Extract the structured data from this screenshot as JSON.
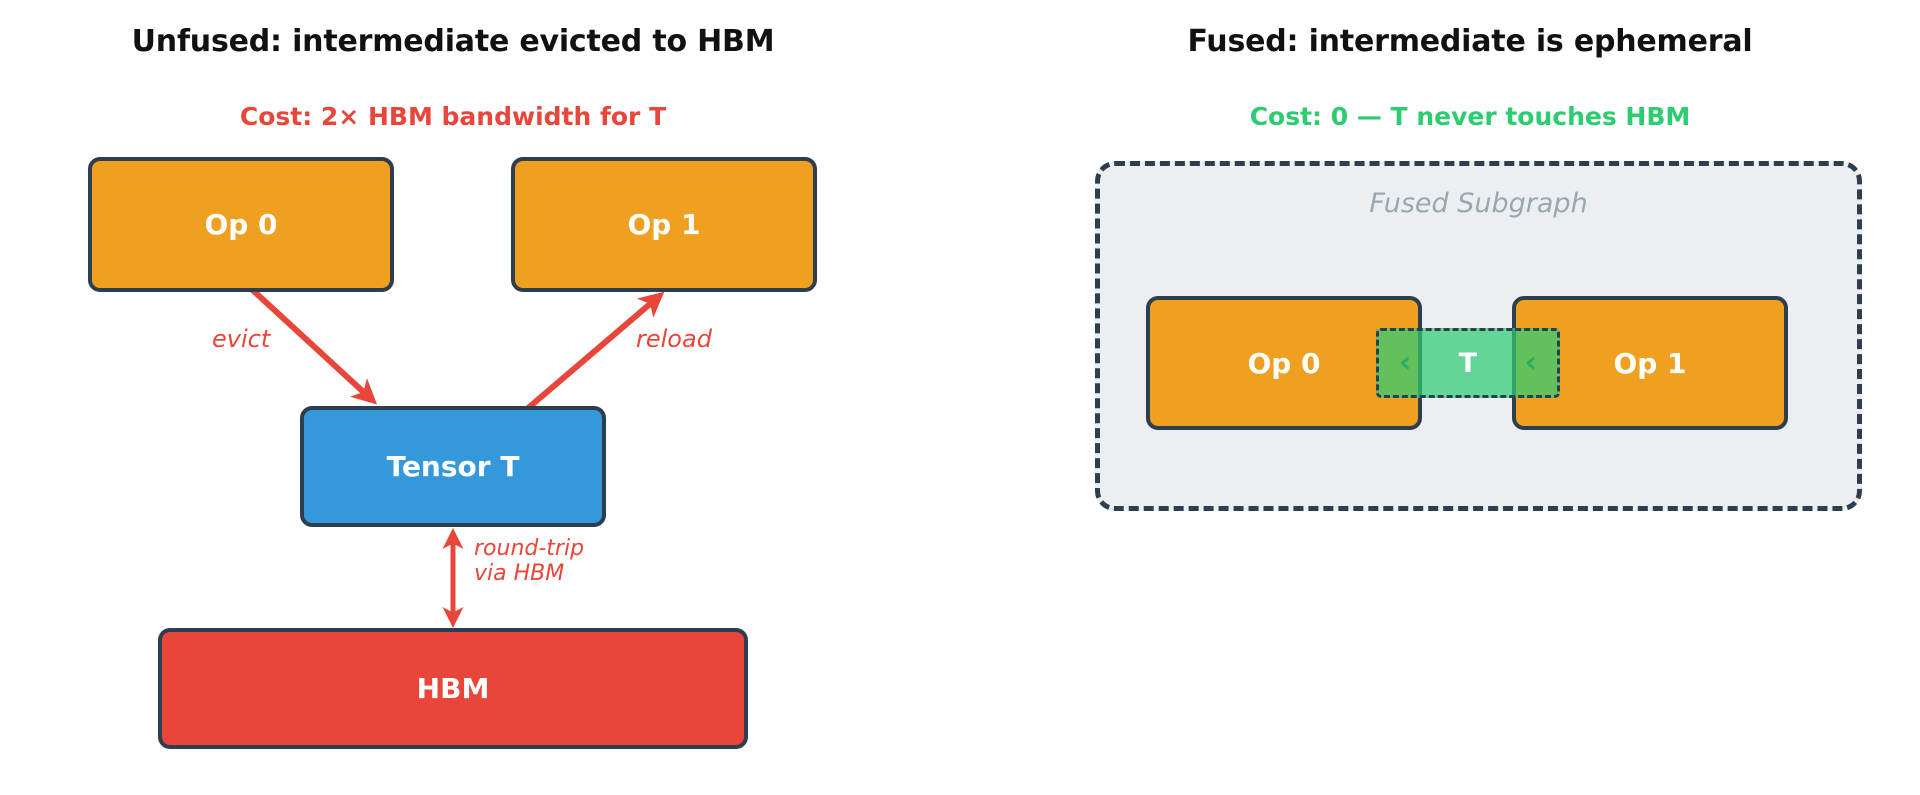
{
  "panels": {
    "unfused": {
      "title": "Unfused: intermediate evicted to HBM",
      "subtitle": "Cost: 2× HBM bandwidth for T",
      "subtitle_color": "#e8463a",
      "nodes": {
        "op0": "Op 0",
        "op1": "Op 1",
        "tensor": "Tensor T",
        "hbm": "HBM"
      },
      "node_colors": {
        "op": "#f0a020",
        "tensor": "#3498db",
        "hbm": "#e8463a",
        "border": "#2c3e50"
      },
      "edges": {
        "evict": "evict",
        "reload": "reload",
        "roundtrip": "round-trip\nvia HBM",
        "color": "#e8463a"
      }
    },
    "fused": {
      "title": "Fused: intermediate is ephemeral",
      "subtitle": "Cost: 0 — T never touches HBM",
      "subtitle_color": "#2ecc71",
      "container_label": "Fused Subgraph",
      "container_bg": "#eceff1",
      "nodes": {
        "op0": "Op 0",
        "op1": "Op 1",
        "tensor": "T"
      },
      "node_colors": {
        "op": "#f0a020",
        "tensor": "#2ecc71",
        "border": "#2c3e50"
      },
      "chevron": "‹"
    }
  }
}
